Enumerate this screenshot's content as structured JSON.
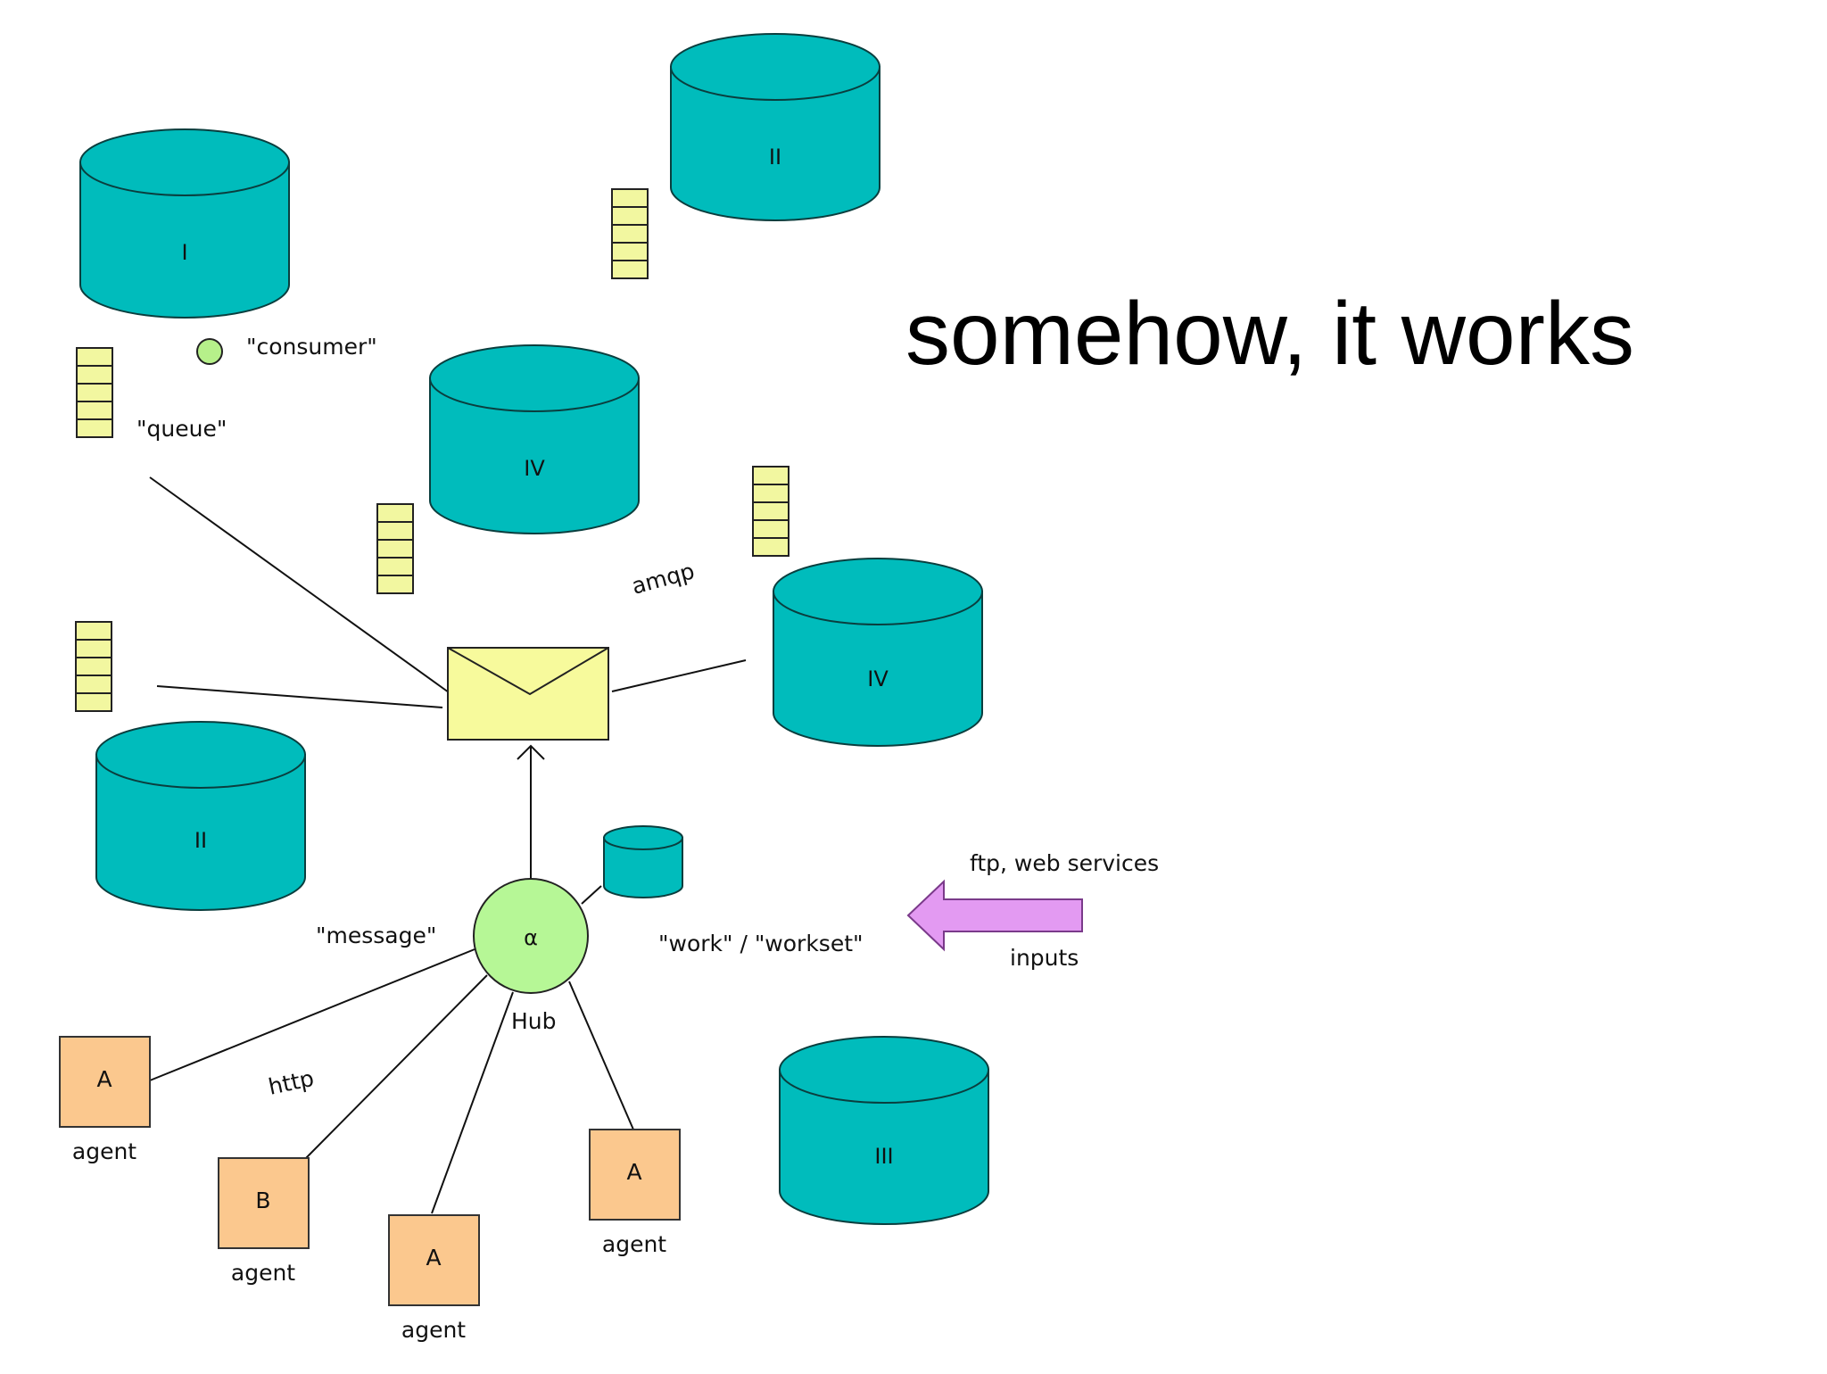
{
  "title": "somehow, it works",
  "labels": {
    "consumer": "\"consumer\"",
    "queue": "\"queue\"",
    "amqp": "amqp",
    "message": "\"message\"",
    "hub_symbol": "α",
    "hub": "Hub",
    "work": "\"work\" / \"workset\"",
    "ftp": "ftp, web services",
    "inputs": "inputs",
    "http": "http"
  },
  "databases": {
    "db_i": "I",
    "db_ii_top": "II",
    "db_iv_mid": "IV",
    "db_iv_right": "IV",
    "db_ii_left": "II",
    "db_iii": "III"
  },
  "agents": [
    {
      "letter": "A",
      "label": "agent"
    },
    {
      "letter": "B",
      "label": "agent"
    },
    {
      "letter": "A",
      "label": "agent"
    },
    {
      "letter": "A",
      "label": "agent"
    }
  ],
  "colors": {
    "database": "#00bcbc",
    "queue": "#f2f7a0",
    "consumer": "#b6f08a",
    "hub": "#b6f796",
    "envelope": "#f7fa9c",
    "agent": "#fbc88e",
    "inputs_arrow": "#e39af2"
  },
  "icons": {
    "envelope": "envelope-icon",
    "inputs_arrow": "left-arrow-icon"
  }
}
